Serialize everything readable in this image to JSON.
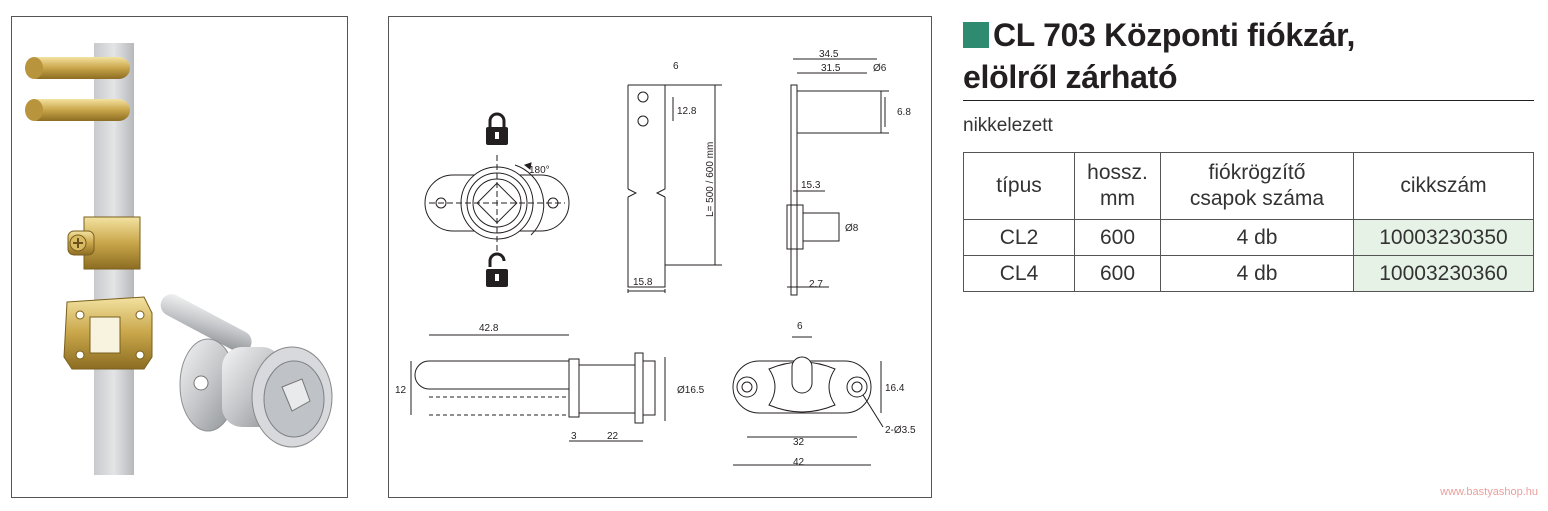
{
  "product": {
    "title_line1": "CL 703 Központi fiókzár,",
    "title_line2": "elölről zárható",
    "finish": "nikkelezett",
    "accent_color": "#2e8b6f"
  },
  "table": {
    "headers": [
      "típus",
      "hossz.\nmm",
      "fiókrögzítő\ncsapok száma",
      "cikkszám"
    ],
    "rows": [
      {
        "type": "CL2",
        "length": "600",
        "pins": "4 db",
        "code": "10003230350"
      },
      {
        "type": "CL4",
        "length": "600",
        "pins": "4 db",
        "code": "10003230360"
      }
    ],
    "code_bg": "#e6f2e6"
  },
  "drawing": {
    "rotation": "180°",
    "dim_6_top": "6",
    "dim_12_8": "12.8",
    "dim_length": "L= 500 / 600 mm",
    "dim_15_8": "15.8",
    "dim_34_5": "34.5",
    "dim_31_5": "31.5",
    "dim_d6": "Ø6",
    "dim_6_8": "6.8",
    "dim_15_3": "15.3",
    "dim_d8": "Ø8",
    "dim_2_7": "2.7",
    "dim_42_8": "42.8",
    "dim_12": "12",
    "dim_d16_5": "Ø16.5",
    "dim_3": "3",
    "dim_22": "22",
    "dim_6_bottom": "6",
    "dim_16_4": "16.4",
    "dim_32": "32",
    "dim_42": "42",
    "dim_holes": "2-Ø3.5"
  },
  "watermark": "www.bastyashop.hu"
}
